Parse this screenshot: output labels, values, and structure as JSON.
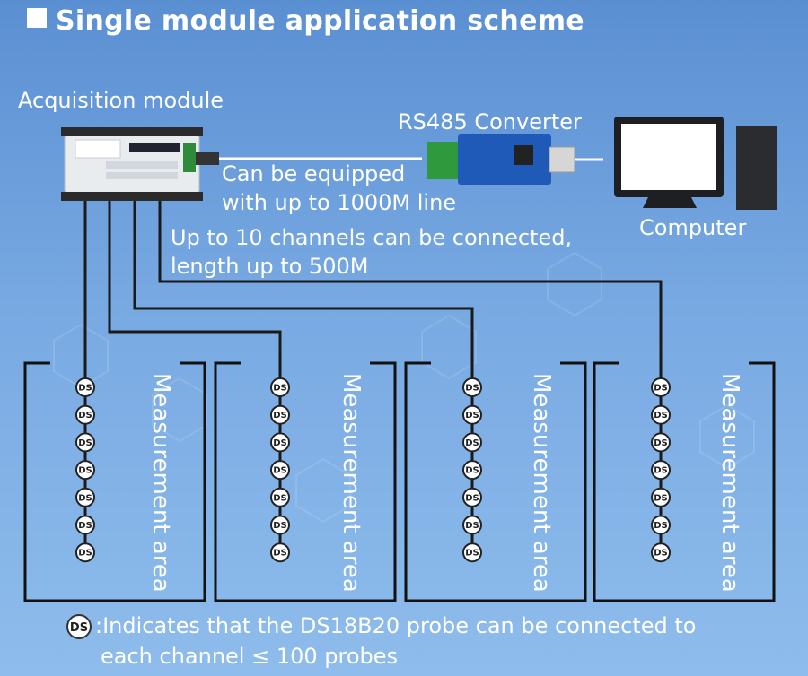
{
  "title": "Single module application scheme",
  "labels": {
    "acquisition_module": "Acquisition module",
    "rs485_converter": "RS485 Converter",
    "computer": "Computer",
    "line_note_1": "Can be equipped",
    "line_note_2": "with up to 1000M line",
    "channels_note_1": "Up to 10 channels can be connected,",
    "channels_note_2": "length up to 500M"
  },
  "probe_symbol": "DS",
  "measurement_area_label": "Measurement area",
  "areas": [
    {
      "probes": [
        "DS",
        "DS",
        "DS",
        "DS",
        "DS",
        "DS",
        "DS"
      ]
    },
    {
      "probes": [
        "DS",
        "DS",
        "DS",
        "DS",
        "DS",
        "DS",
        "DS"
      ]
    },
    {
      "probes": [
        "DS",
        "DS",
        "DS",
        "DS",
        "DS",
        "DS",
        "DS"
      ]
    },
    {
      "probes": [
        "DS",
        "DS",
        "DS",
        "DS",
        "DS",
        "DS",
        "DS"
      ]
    }
  ],
  "legend": {
    "line1": ":Indicates that the DS18B20 probe can be connected to",
    "line2": "each channel ≤ 100 probes"
  }
}
